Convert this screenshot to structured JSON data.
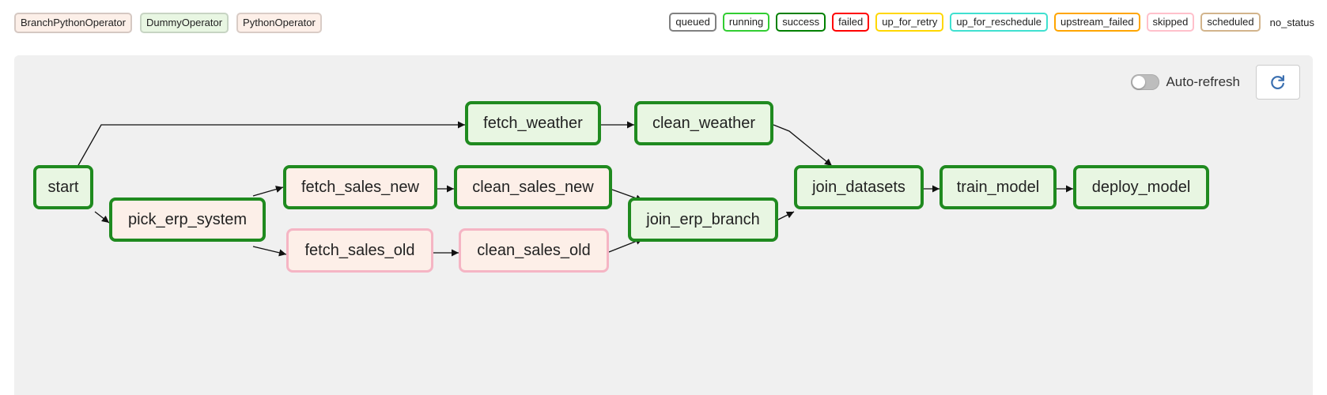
{
  "operator_legend": [
    {
      "label": "BranchPythonOperator",
      "bg": "#fcefe8",
      "border": "#d5c8c2"
    },
    {
      "label": "DummyOperator",
      "bg": "#e8f6e2",
      "border": "#c7d4c3"
    },
    {
      "label": "PythonOperator",
      "bg": "#fdefe8",
      "border": "#d9ccc6"
    }
  ],
  "status_legend": [
    {
      "label": "queued",
      "color": "#808080"
    },
    {
      "label": "running",
      "color": "#32cd32"
    },
    {
      "label": "success",
      "color": "#008000"
    },
    {
      "label": "failed",
      "color": "#ff0000"
    },
    {
      "label": "up_for_retry",
      "color": "#ffd700"
    },
    {
      "label": "up_for_reschedule",
      "color": "#40e0d0"
    },
    {
      "label": "upstream_failed",
      "color": "#ffa500"
    },
    {
      "label": "skipped",
      "color": "#ffc0cb"
    },
    {
      "label": "scheduled",
      "color": "#d2b48c"
    }
  ],
  "no_status_label": "no_status",
  "auto_refresh_label": "Auto-refresh",
  "icons": {
    "refresh": "refresh-icon",
    "toggle": "toggle-switch"
  },
  "colors": {
    "success": "#1f8a1f",
    "skipped": "#f5b5c4",
    "dummy_bg": "#e8f6e2",
    "python_bg": "#fdefe8"
  },
  "tasks": {
    "start": "start",
    "fetch_weather": "fetch_weather",
    "clean_weather": "clean_weather",
    "pick_erp_system": "pick_erp_system",
    "fetch_sales_new": "fetch_sales_new",
    "clean_sales_new": "clean_sales_new",
    "fetch_sales_old": "fetch_sales_old",
    "clean_sales_old": "clean_sales_old",
    "join_erp_branch": "join_erp_branch",
    "join_datasets": "join_datasets",
    "train_model": "train_model",
    "deploy_model": "deploy_model"
  }
}
